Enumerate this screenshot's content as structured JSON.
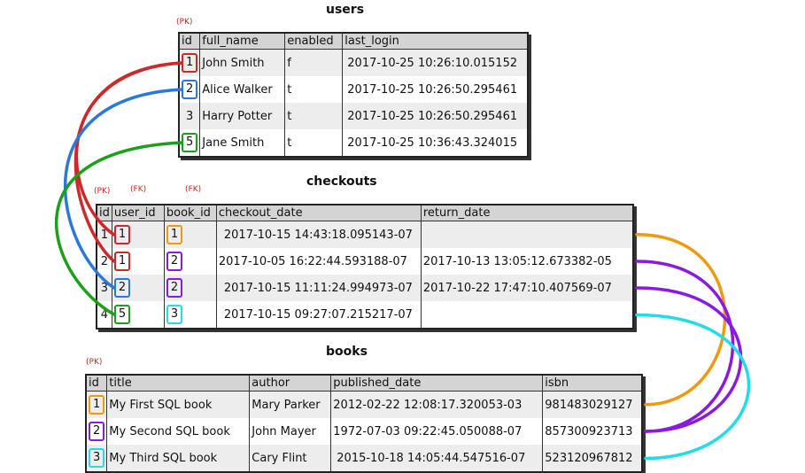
{
  "users": {
    "title": "users",
    "pk_tag": "(PK)",
    "columns": [
      "id",
      "full_name",
      "enabled",
      "last_login"
    ],
    "rows": [
      {
        "id": "1",
        "full_name": "John Smith",
        "enabled": "f",
        "last_login": "2017-10-25 10:26:10.015152",
        "color": "#cc2a2a"
      },
      {
        "id": "2",
        "full_name": "Alice Walker",
        "enabled": "t",
        "last_login": "2017-10-25 10:26:50.295461",
        "color": "#2a78d8"
      },
      {
        "id": "3",
        "full_name": "Harry Potter",
        "enabled": "t",
        "last_login": "2017-10-25 10:26:50.295461",
        "color": ""
      },
      {
        "id": "5",
        "full_name": "Jane Smith",
        "enabled": "t",
        "last_login": "2017-10-25 10:36:43.324015",
        "color": "#1aa01a"
      }
    ]
  },
  "checkouts": {
    "title": "checkouts",
    "pk_tag": "(PK)",
    "fk_tag_user": "(FK)",
    "fk_tag_book": "(FK)",
    "columns": [
      "id",
      "user_id",
      "book_id",
      "checkout_date",
      "return_date"
    ],
    "rows": [
      {
        "id": "1",
        "user_id": "1",
        "book_id": "1",
        "checkout_date": "2017-10-15 14:43:18.095143-07",
        "return_date": ""
      },
      {
        "id": "2",
        "user_id": "1",
        "book_id": "2",
        "checkout_date": "2017-10-05 16:22:44.593188-07",
        "return_date": "2017-10-13 13:05:12.673382-05"
      },
      {
        "id": "3",
        "user_id": "2",
        "book_id": "2",
        "checkout_date": "2017-10-15 11:11:24.994973-07",
        "return_date": "2017-10-22 17:47:10.407569-07"
      },
      {
        "id": "4",
        "user_id": "5",
        "book_id": "3",
        "checkout_date": "2017-10-15 09:27:07.215217-07",
        "return_date": ""
      }
    ]
  },
  "books": {
    "title": "books",
    "pk_tag": "(PK)",
    "columns": [
      "id",
      "title",
      "author",
      "published_date",
      "isbn"
    ],
    "rows": [
      {
        "id": "1",
        "title": "My First SQL book",
        "author": "Mary Parker",
        "published_date": "2012-02-22 12:08:17.320053-03",
        "isbn": "981483029127",
        "color": "#f0990f"
      },
      {
        "id": "2",
        "title": "My Second SQL book",
        "author": "John Mayer",
        "published_date": "1972-07-03 09:22:45.050088-07",
        "isbn": "857300923713",
        "color": "#8a1ae0"
      },
      {
        "id": "3",
        "title": "My Third SQL book",
        "author": "Cary Flint",
        "published_date": "2015-10-18 14:05:44.547516-07",
        "isbn": "523120967812",
        "color": "#22dde8"
      }
    ]
  },
  "colors": {
    "red": "#cc2a2a",
    "blue": "#2a78d8",
    "green": "#1aa01a",
    "orange": "#f0990f",
    "purple": "#8a1ae0",
    "cyan": "#22dde8",
    "pk_fk_tag": "#cc2222"
  }
}
